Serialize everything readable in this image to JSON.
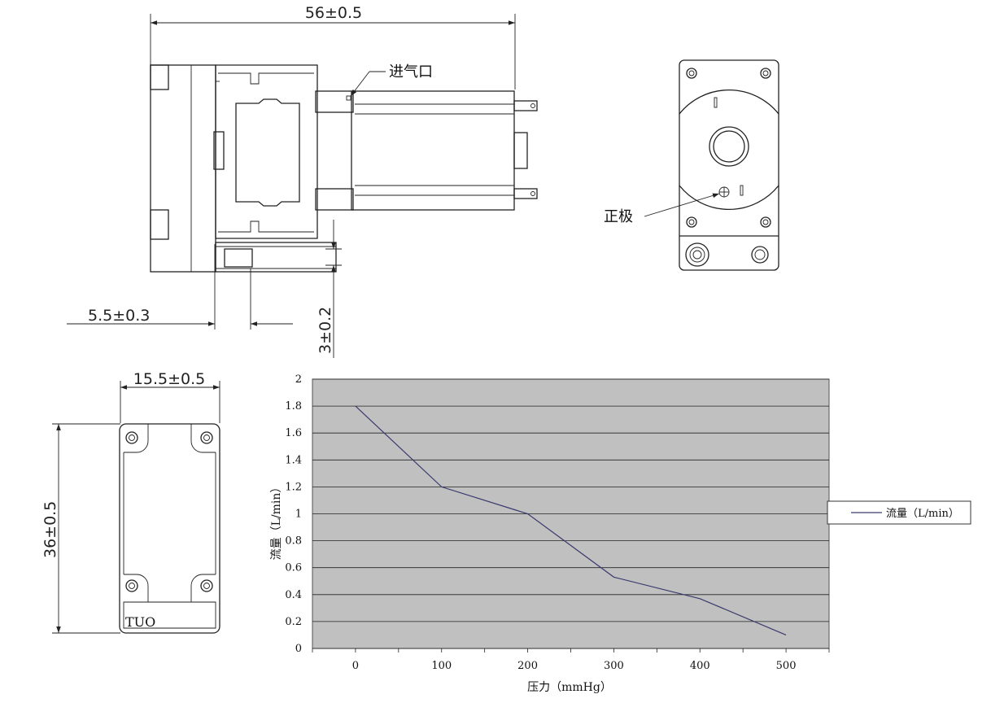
{
  "dimensions": {
    "total_length": "56±0.5",
    "outlet_offset": "5.5±0.3",
    "outlet_diameter": "3±0.2",
    "width": "15.5±0.5",
    "height": "36±0.5"
  },
  "labels": {
    "inlet": "进气口",
    "positive": "正极",
    "bracket_mark": "TUO"
  },
  "chart_data": {
    "type": "line",
    "title": "",
    "xlabel": "压力（mmHg）",
    "ylabel": "流量（L/min）",
    "x": [
      0,
      100,
      200,
      300,
      400,
      500
    ],
    "series": [
      {
        "name": "流量（L/min）",
        "values": [
          1.8,
          1.2,
          1.0,
          0.53,
          0.37,
          0.1
        ]
      }
    ],
    "ylim": [
      0,
      2
    ],
    "yticks": [
      "0",
      "0.2",
      "0.4",
      "0.6",
      "0.8",
      "1",
      "1.2",
      "1.4",
      "1.6",
      "1.8",
      "2"
    ],
    "xticks": [
      "0",
      "100",
      "200",
      "300",
      "400",
      "500"
    ],
    "grid": true,
    "legend_position": "right",
    "plot_background": "#c0c0c0",
    "line_color": "#3a3a6e"
  }
}
